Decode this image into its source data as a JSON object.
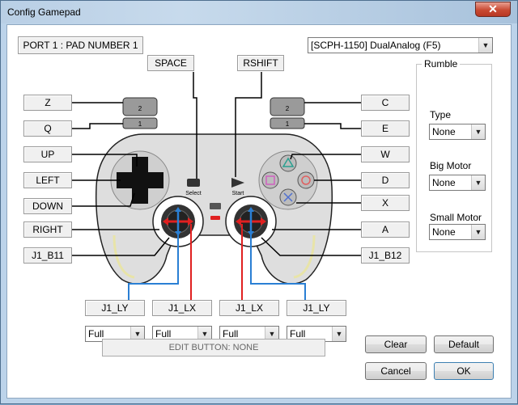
{
  "window": {
    "title": "Config Gamepad",
    "close_glyph": "✕"
  },
  "port_label": "PORT 1 : PAD NUMBER 1",
  "controller_select": {
    "value": "[SCPH-1150] DualAnalog (F5)"
  },
  "top_labels": {
    "select": "SPACE",
    "start": "RSHIFT"
  },
  "left_labels": [
    "Z",
    "Q",
    "UP",
    "LEFT",
    "DOWN",
    "RIGHT",
    "J1_B11"
  ],
  "right_labels": [
    "C",
    "E",
    "W",
    "D",
    "X",
    "A",
    "J1_B12"
  ],
  "axis_labels": [
    "J1_LY",
    "J1_LX",
    "J1_LX",
    "J1_LY"
  ],
  "axis_modes": [
    "Full",
    "Full",
    "Full",
    "Full"
  ],
  "pad_text": {
    "l2": "2",
    "l1": "1",
    "r2": "2",
    "r1": "1",
    "select": "Select",
    "start": "Start"
  },
  "rumble": {
    "title": "Rumble",
    "type_label": "Type",
    "type_value": "None",
    "big_label": "Big Motor",
    "big_value": "None",
    "small_label": "Small Motor",
    "small_value": "None"
  },
  "status": "EDIT BUTTON: NONE",
  "buttons": {
    "clear": "Clear",
    "default": "Default",
    "cancel": "Cancel",
    "ok": "OK"
  },
  "colors": {
    "stick_red": "#e02020",
    "stick_blue": "#2a7fd4",
    "pad_body": "#dedede"
  }
}
